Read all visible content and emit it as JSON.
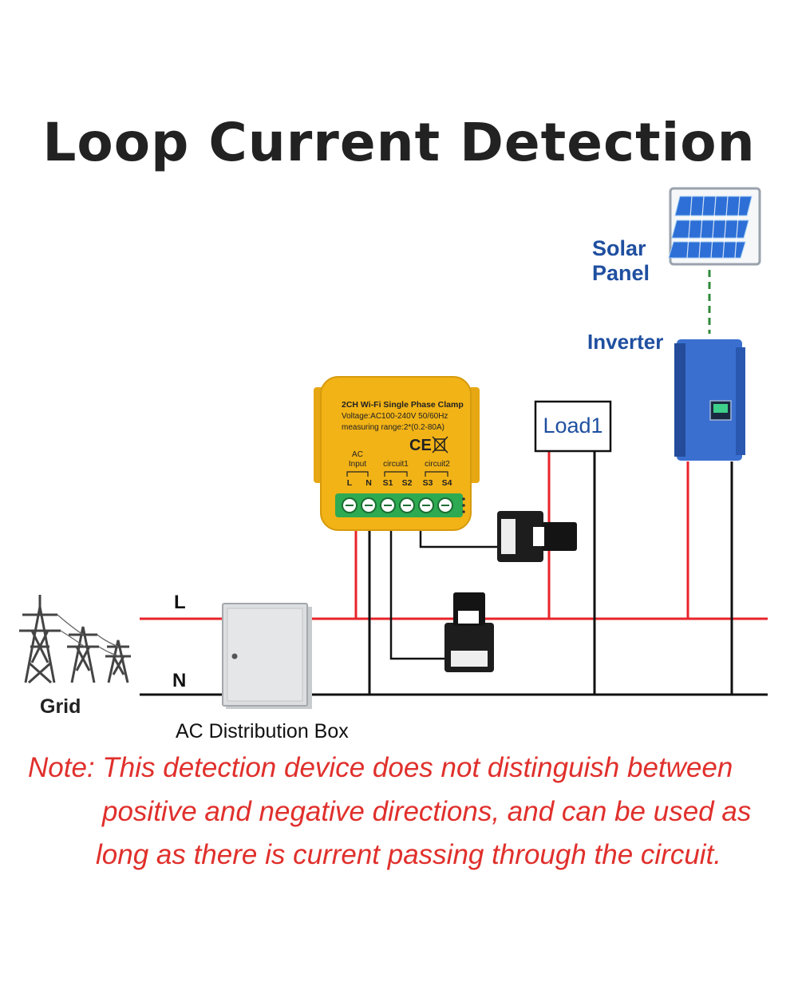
{
  "title": "Loop Current Detection",
  "labels": {
    "solar": [
      "Solar",
      "Panel"
    ],
    "inverter": "Inverter",
    "load": "Load1",
    "line_l": "L",
    "line_n": "N",
    "grid": "Grid",
    "box": "AC Distribution Box"
  },
  "device": {
    "line1": "2CH Wi-Fi Single Phase Clamp",
    "line2": "Voltage:AC100-240V 50/60Hz",
    "line3": "measuring range:2*(0.2-80A)",
    "ce": "CE",
    "ac": "AC",
    "input": "Input",
    "circuit1": "circuit1",
    "circuit2": "circuit2",
    "terminals": [
      "L",
      "N",
      "S1",
      "S2",
      "S3",
      "S4"
    ]
  },
  "note": [
    "Note: This detection device does not distinguish between",
    "positive and negative directions, and can be used as",
    "long as there is current passing through the circuit."
  ],
  "colors": {
    "live_wire": "#e8242a",
    "neutral_wire": "#111111",
    "label_blue": "#1f4fa0",
    "device_yellow": "#f2b317",
    "note_red": "#e0302c",
    "inverter_blue": "#3a6fd0"
  }
}
